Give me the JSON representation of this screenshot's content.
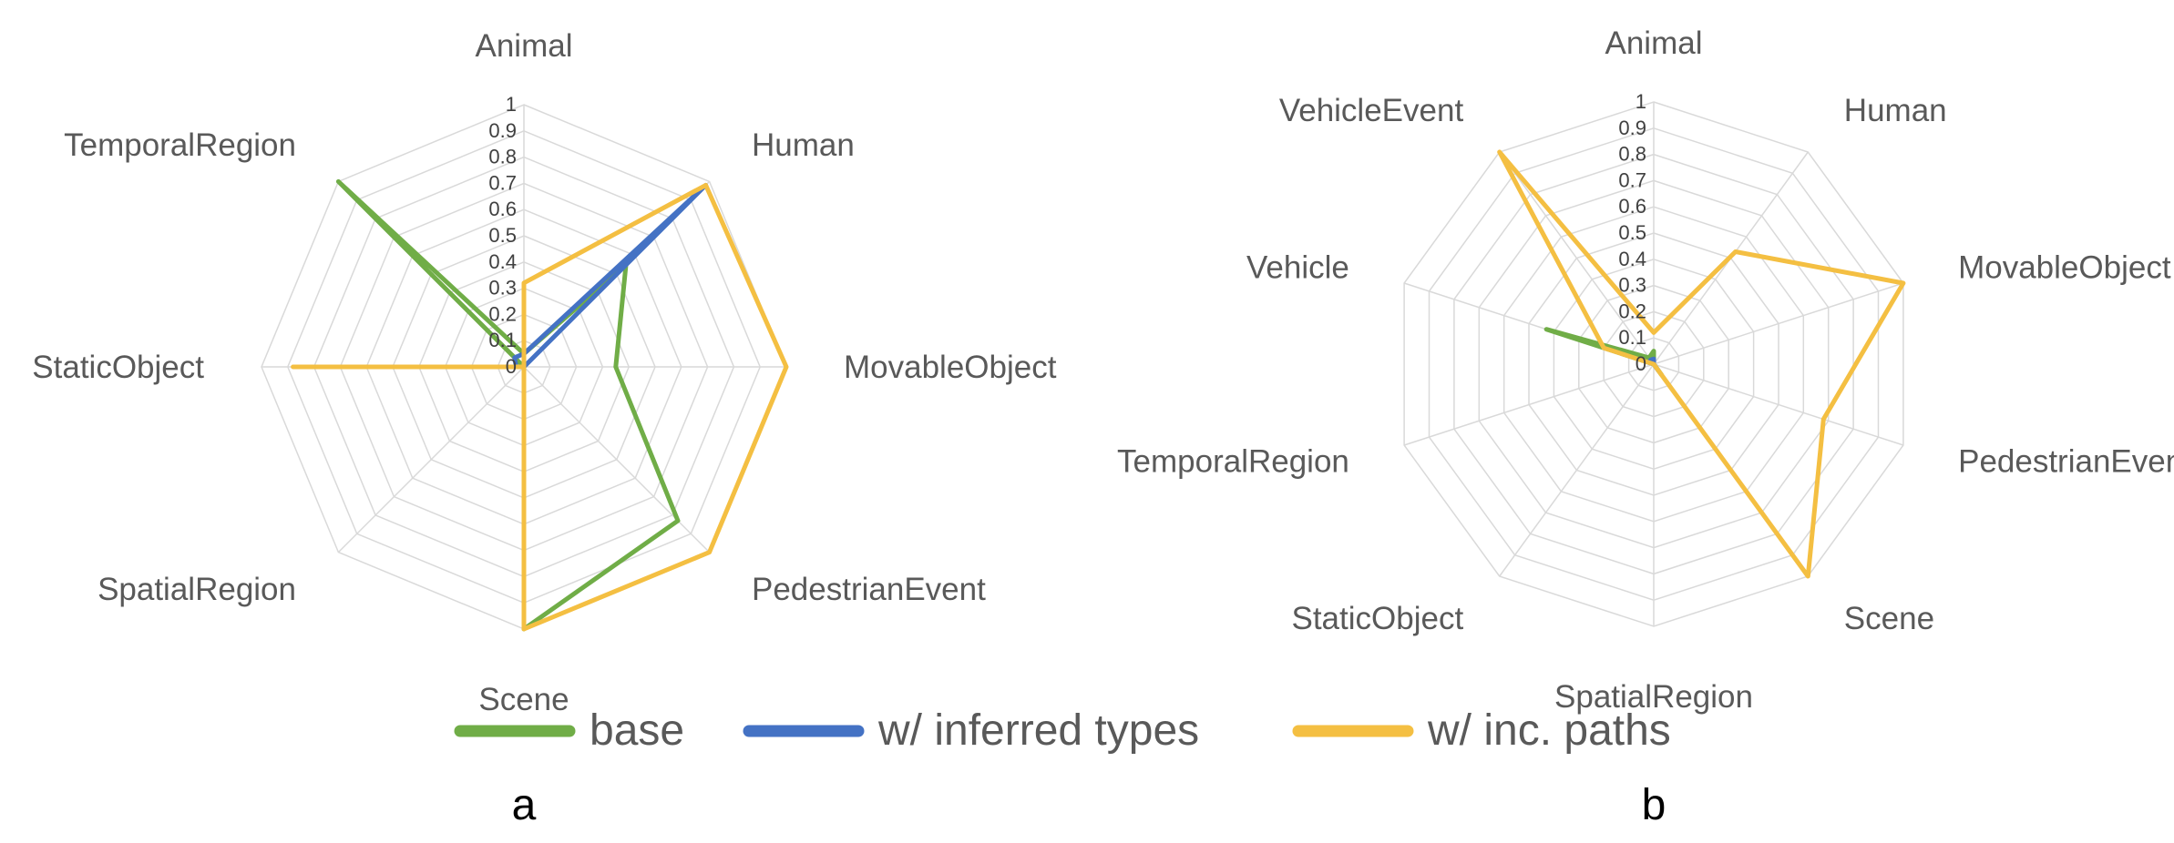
{
  "colors": {
    "grid": "#d9d9d9",
    "base": "#70ad47",
    "inferred": "#4472c4",
    "paths": "#f4bf42"
  },
  "chart_data": [
    {
      "type": "radar",
      "panel_label": "a",
      "axes": [
        "Animal",
        "Human",
        "MovableObject",
        "PedestrianEvent",
        "Scene",
        "SpatialRegion",
        "StaticObject",
        "TemporalRegion"
      ],
      "ticks": [
        "0",
        "0.1",
        "0.2",
        "0.3",
        "0.4",
        "0.5",
        "0.6",
        "0.7",
        "0.8",
        "0.9",
        "1"
      ],
      "range": [
        0,
        1
      ],
      "grid": true,
      "series": [
        {
          "name": "base",
          "color_key": "base",
          "values": [
            0.05,
            0.55,
            0.35,
            0.83,
            1.0,
            0.0,
            0.0,
            1.0
          ]
        },
        {
          "name": "w/ inferred types",
          "color_key": "inferred",
          "values": [
            0.05,
            0.98,
            0.0,
            0.0,
            0.03,
            0.0,
            0.03,
            0.05
          ]
        },
        {
          "name": "w/ inc. paths",
          "color_key": "paths",
          "values": [
            0.32,
            0.98,
            1.0,
            1.0,
            1.0,
            0.0,
            0.88,
            0.0
          ]
        }
      ]
    },
    {
      "type": "radar",
      "panel_label": "b",
      "axes": [
        "Animal",
        "Human",
        "MovableObject",
        "PedestrianEvent",
        "Scene",
        "SpatialRegion",
        "StaticObject",
        "TemporalRegion",
        "Vehicle",
        "VehicleEvent"
      ],
      "ticks": [
        "0",
        "0.1",
        "0.2",
        "0.3",
        "0.4",
        "0.5",
        "0.6",
        "0.7",
        "0.8",
        "0.9",
        "1"
      ],
      "range": [
        0,
        1
      ],
      "grid": true,
      "series": [
        {
          "name": "base",
          "color_key": "base",
          "values": [
            0.05,
            0.0,
            0.0,
            0.0,
            0.05,
            0.0,
            0.0,
            0.0,
            0.43,
            0.03
          ]
        },
        {
          "name": "w/ inferred types",
          "color_key": "inferred",
          "values": [
            0.02,
            0.0,
            0.0,
            0.0,
            0.03,
            0.0,
            0.0,
            0.0,
            0.02,
            0.02
          ]
        },
        {
          "name": "w/ inc. paths",
          "color_key": "paths",
          "values": [
            0.12,
            0.53,
            1.0,
            0.68,
            1.0,
            0.0,
            0.0,
            0.0,
            0.2,
            1.0
          ]
        }
      ]
    }
  ],
  "legend": [
    {
      "label": "base",
      "color_key": "base"
    },
    {
      "label": "w/ inferred types",
      "color_key": "inferred"
    },
    {
      "label": "w/ inc. paths",
      "color_key": "paths"
    }
  ]
}
